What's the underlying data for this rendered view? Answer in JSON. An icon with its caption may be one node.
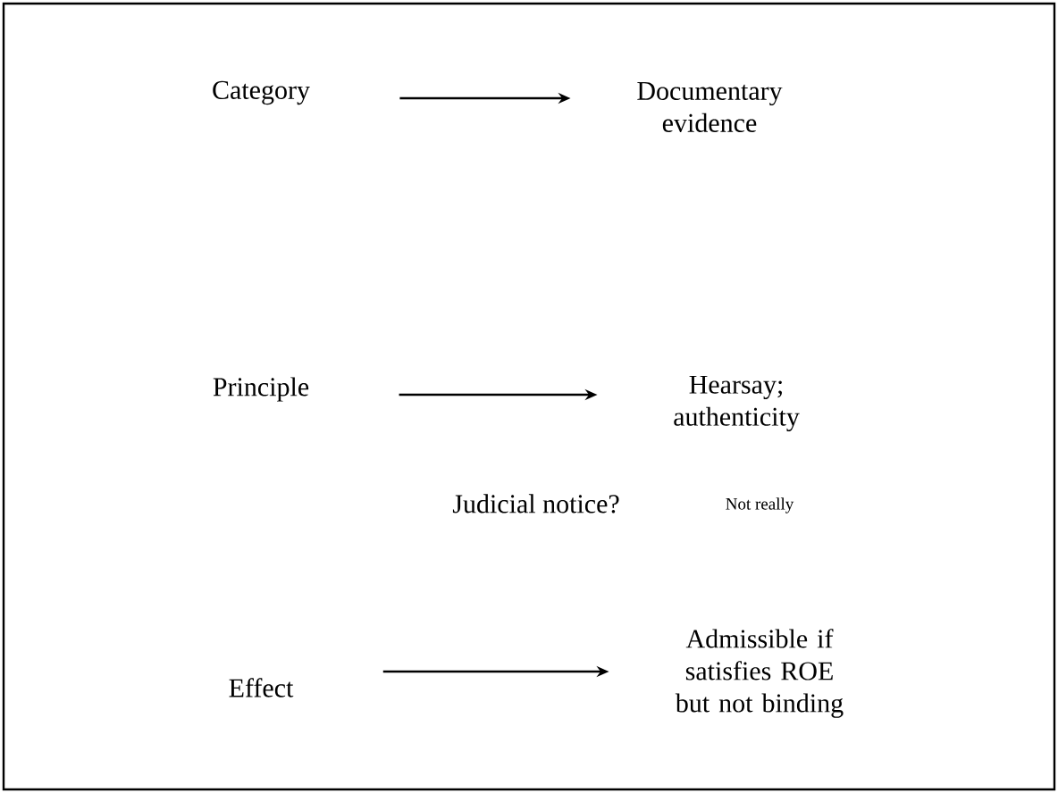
{
  "diagram": {
    "nodes": [
      {
        "text": [
          "Category"
        ]
      },
      {
        "text": [
          "Documentary evidence"
        ]
      },
      {
        "text": [
          "Principle"
        ]
      },
      {
        "text": [
          "Hearsay; authenticity"
        ]
      },
      {
        "text": [
          "Effect"
        ]
      },
      {
        "text": [
          "Admissible if satisfies ROE but not binding"
        ]
      }
    ],
    "edges": [
      {
        "from": 0,
        "to": 1,
        "arrow": "to"
      },
      {
        "from": 2,
        "to": 3,
        "arrow": "to"
      },
      {
        "from": 4,
        "to": 5,
        "arrow": "to"
      }
    ],
    "labels": [
      "Judicial notice?",
      "Not really"
    ]
  }
}
